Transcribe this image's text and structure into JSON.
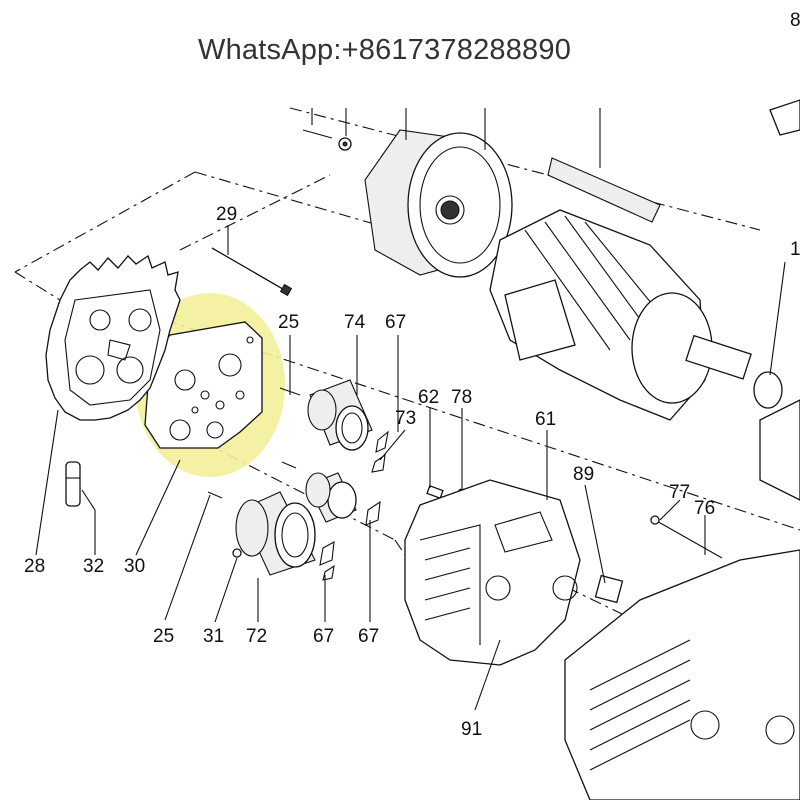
{
  "watermark": "WhatsApp:+8617378288890",
  "highlight_color": "#f3ee9a",
  "labels": {
    "l29": "29",
    "l25a": "25",
    "l74": "74",
    "l67a": "67",
    "l73": "73",
    "l62": "62",
    "l78": "78",
    "l61": "61",
    "l89": "89",
    "l77": "77",
    "l76": "76",
    "l28": "28",
    "l32": "32",
    "l30": "30",
    "l25b": "25",
    "l31": "31",
    "l72": "72",
    "l67b": "67",
    "l67c": "67",
    "l91": "91",
    "l1": "1",
    "l8": "8"
  }
}
